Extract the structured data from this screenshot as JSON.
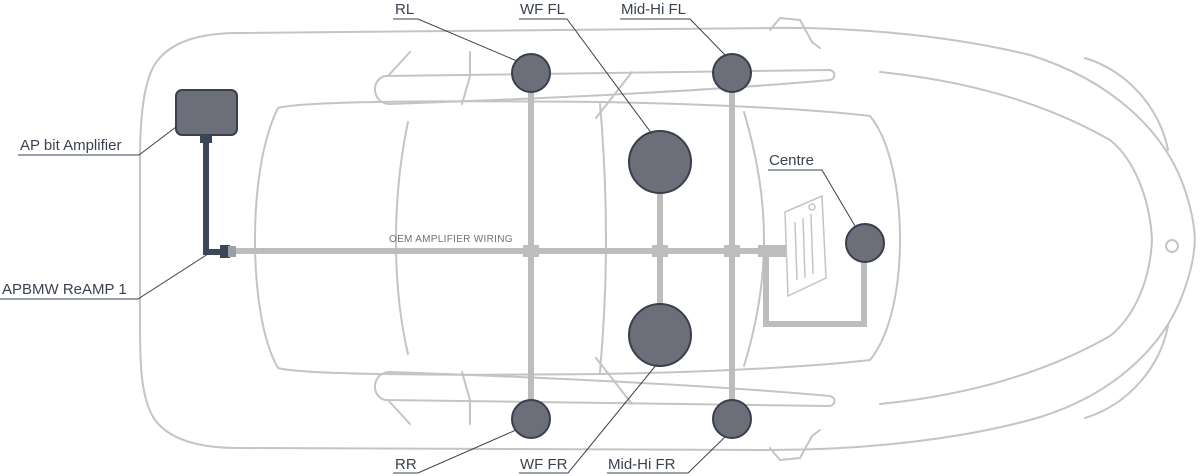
{
  "labels": {
    "rl": "RL",
    "wf_fl": "WF FL",
    "midhi_fl": "Mid-Hi FL",
    "ap_bit_amplifier": "AP bit Amplifier",
    "centre": "Centre",
    "apbmw_reamp": "APBMW ReAMP 1",
    "rr": "RR",
    "wf_fr": "WF FR",
    "midhi_fr": "Mid-Hi FR",
    "oem_wiring": "OEM AMPLIFIER WIRING"
  },
  "colors": {
    "car_outline": "#c4c4c4",
    "wiring": "#bdbdbd",
    "speaker_fill": "#6c6e7a",
    "speaker_stroke": "#3a3f4c",
    "amplifier_fill": "#6c6e7a",
    "amp_cable": "#3c4658",
    "text": "#3a4150"
  }
}
